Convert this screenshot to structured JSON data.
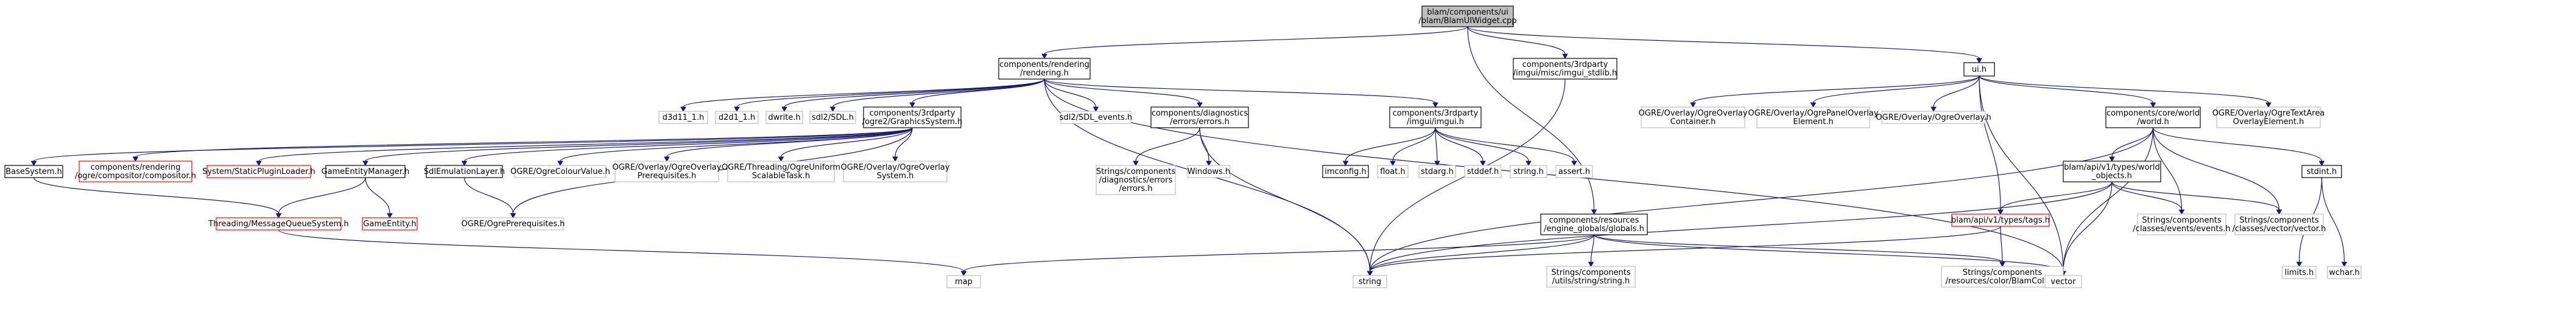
{
  "title": "",
  "colors": {
    "border_normal": "#000000",
    "border_missing": "#ff0000",
    "border_external": "#bfbfbf",
    "fill_normal": "#ffffff",
    "fill_root": "#bfbfbf",
    "edge": "#191970"
  },
  "nodes": [
    {
      "id": "root",
      "lines": [
        "blam/components/ui",
        "/blam/BlamUIWidget.cpp"
      ],
      "kind": "root"
    },
    {
      "id": "rendering",
      "lines": [
        "components/rendering",
        "/rendering.h"
      ],
      "kind": "normal"
    },
    {
      "id": "stdlib",
      "lines": [
        "components/3rdparty",
        "/imgui/misc/imgui_stdlib.h"
      ],
      "kind": "normal"
    },
    {
      "id": "uih",
      "lines": [
        "ui.h"
      ],
      "kind": "normal"
    },
    {
      "id": "d3d11_1",
      "lines": [
        "d3d11_1.h"
      ],
      "kind": "external"
    },
    {
      "id": "d2d1_1",
      "lines": [
        "d2d1_1.h"
      ],
      "kind": "external"
    },
    {
      "id": "dwrite",
      "lines": [
        "dwrite.h"
      ],
      "kind": "external"
    },
    {
      "id": "sdl2",
      "lines": [
        "sdl2/SDL.h"
      ],
      "kind": "external"
    },
    {
      "id": "graphics",
      "lines": [
        "components/3rdparty",
        "/ogre2/GraphicsSystem.h"
      ],
      "kind": "normal"
    },
    {
      "id": "sdlevents",
      "lines": [
        "sdl2/SDL_events.h"
      ],
      "kind": "external"
    },
    {
      "id": "errors",
      "lines": [
        "components/diagnostics",
        "/errors/errors.h"
      ],
      "kind": "normal"
    },
    {
      "id": "imgui",
      "lines": [
        "components/3rdparty",
        "/imgui/imgui.h"
      ],
      "kind": "normal"
    },
    {
      "id": "overlaycontainer",
      "lines": [
        "OGRE/Overlay/OgreOverlay",
        "Container.h"
      ],
      "kind": "external"
    },
    {
      "id": "panelelement",
      "lines": [
        "OGRE/Overlay/OgrePanelOverlay",
        "Element.h"
      ],
      "kind": "external"
    },
    {
      "id": "ogreoverlay",
      "lines": [
        "OGRE/Overlay/OgreOverlay.h"
      ],
      "kind": "external"
    },
    {
      "id": "world",
      "lines": [
        "components/core/world",
        "/world.h"
      ],
      "kind": "normal"
    },
    {
      "id": "textarea",
      "lines": [
        "OGRE/Overlay/OgreTextArea",
        "OverlayElement.h"
      ],
      "kind": "external"
    },
    {
      "id": "basesystem",
      "lines": [
        "BaseSystem.h"
      ],
      "kind": "normal"
    },
    {
      "id": "compositor",
      "lines": [
        "components/rendering",
        "/ogre/compositor/compositor.h"
      ],
      "kind": "missing"
    },
    {
      "id": "pluginloader",
      "lines": [
        "System/StaticPluginLoader.h"
      ],
      "kind": "missing"
    },
    {
      "id": "gementity",
      "lines": [
        "GameEntityManager.h"
      ],
      "kind": "normal"
    },
    {
      "id": "sdlemulation",
      "lines": [
        "SdlEmulationLayer.h"
      ],
      "kind": "normal"
    },
    {
      "id": "colourvalue",
      "lines": [
        "OGRE/OgreColourValue.h"
      ],
      "kind": "external"
    },
    {
      "id": "overlayprereq",
      "lines": [
        "OGRE/Overlay/OgreOverlay",
        "Prerequisites.h"
      ],
      "kind": "external"
    },
    {
      "id": "uniformtask",
      "lines": [
        "OGRE/Threading/OgreUniform",
        "ScalableTask.h"
      ],
      "kind": "external"
    },
    {
      "id": "overlaysystem",
      "lines": [
        "OGRE/Overlay/OgreOverlay",
        "System.h"
      ],
      "kind": "external"
    },
    {
      "id": "strerrors",
      "lines": [
        "Strings/components",
        "/diagnostics/errors",
        "/errors.h"
      ],
      "kind": "external"
    },
    {
      "id": "windows",
      "lines": [
        "Windows.h"
      ],
      "kind": "external"
    },
    {
      "id": "imconfig",
      "lines": [
        "imconfig.h"
      ],
      "kind": "normal"
    },
    {
      "id": "float",
      "lines": [
        "float.h"
      ],
      "kind": "external"
    },
    {
      "id": "stdarg",
      "lines": [
        "stdarg.h"
      ],
      "kind": "external"
    },
    {
      "id": "stddef",
      "lines": [
        "stddef.h"
      ],
      "kind": "external"
    },
    {
      "id": "stringh",
      "lines": [
        "string.h"
      ],
      "kind": "external"
    },
    {
      "id": "assert",
      "lines": [
        "assert.h"
      ],
      "kind": "external"
    },
    {
      "id": "types",
      "lines": [
        "blam/api/v1/types/world",
        "_objects.h"
      ],
      "kind": "normal"
    },
    {
      "id": "stdint",
      "lines": [
        "stdint.h"
      ],
      "kind": "normal"
    },
    {
      "id": "msgqueue",
      "lines": [
        "Threading/MessageQueueSystem.h"
      ],
      "kind": "missing"
    },
    {
      "id": "gameentity",
      "lines": [
        "GameEntity.h"
      ],
      "kind": "missing"
    },
    {
      "id": "ogreprereq",
      "lines": [
        "OGRE/OgrePrerequisites.h"
      ],
      "kind": "external"
    },
    {
      "id": "globals",
      "lines": [
        "components/resources",
        "/engine_globals/globals.h"
      ],
      "kind": "normal"
    },
    {
      "id": "tags",
      "lines": [
        "blam/api/v1/types/tags.h"
      ],
      "kind": "missing"
    },
    {
      "id": "strevents",
      "lines": [
        "Strings/components",
        "/classes/events/events.h"
      ],
      "kind": "external"
    },
    {
      "id": "strvector",
      "lines": [
        "Strings/components",
        "/classes/vector/vector.h"
      ],
      "kind": "external"
    },
    {
      "id": "limits",
      "lines": [
        "limits.h"
      ],
      "kind": "external"
    },
    {
      "id": "wchar",
      "lines": [
        "wchar.h"
      ],
      "kind": "external"
    },
    {
      "id": "map",
      "lines": [
        "map"
      ],
      "kind": "external"
    },
    {
      "id": "strstring",
      "lines": [
        "Strings/components",
        "/utils/string/string.h"
      ],
      "kind": "external"
    },
    {
      "id": "string",
      "lines": [
        "string"
      ],
      "kind": "external"
    },
    {
      "id": "blamcolor",
      "lines": [
        "Strings/components",
        "/resources/color/BlamColor.h"
      ],
      "kind": "external"
    },
    {
      "id": "vector",
      "lines": [
        "vector"
      ],
      "kind": "external"
    }
  ],
  "edges": [
    [
      "root",
      "rendering"
    ],
    [
      "root",
      "stdlib"
    ],
    [
      "root",
      "uih"
    ],
    [
      "root",
      "globals"
    ],
    [
      "rendering",
      "d3d11_1"
    ],
    [
      "rendering",
      "d2d1_1"
    ],
    [
      "rendering",
      "dwrite"
    ],
    [
      "rendering",
      "sdl2"
    ],
    [
      "rendering",
      "graphics"
    ],
    [
      "rendering",
      "sdlevents"
    ],
    [
      "rendering",
      "errors"
    ],
    [
      "rendering",
      "imgui"
    ],
    [
      "rendering",
      "string"
    ],
    [
      "rendering",
      "vector"
    ],
    [
      "stdlib",
      "string"
    ],
    [
      "uih",
      "overlaycontainer"
    ],
    [
      "uih",
      "panelelement"
    ],
    [
      "uih",
      "ogreoverlay"
    ],
    [
      "uih",
      "world"
    ],
    [
      "uih",
      "textarea"
    ],
    [
      "uih",
      "tags"
    ],
    [
      "uih",
      "vector"
    ],
    [
      "graphics",
      "basesystem"
    ],
    [
      "graphics",
      "compositor"
    ],
    [
      "graphics",
      "pluginloader"
    ],
    [
      "graphics",
      "gementity"
    ],
    [
      "graphics",
      "sdlemulation"
    ],
    [
      "graphics",
      "colourvalue"
    ],
    [
      "graphics",
      "overlayprereq"
    ],
    [
      "graphics",
      "uniformtask"
    ],
    [
      "graphics",
      "overlaysystem"
    ],
    [
      "graphics",
      "ogreprereq"
    ],
    [
      "basesystem",
      "msgqueue"
    ],
    [
      "gementity",
      "msgqueue"
    ],
    [
      "gementity",
      "gameentity"
    ],
    [
      "sdlemulation",
      "ogreprereq"
    ],
    [
      "msgqueue",
      "map"
    ],
    [
      "errors",
      "strerrors"
    ],
    [
      "errors",
      "windows"
    ],
    [
      "errors",
      "string"
    ],
    [
      "imgui",
      "imconfig"
    ],
    [
      "imgui",
      "float"
    ],
    [
      "imgui",
      "stdarg"
    ],
    [
      "imgui",
      "stddef"
    ],
    [
      "imgui",
      "stringh"
    ],
    [
      "imgui",
      "assert"
    ],
    [
      "world",
      "types"
    ],
    [
      "world",
      "stdint"
    ],
    [
      "world",
      "strevents"
    ],
    [
      "world",
      "strvector"
    ],
    [
      "world",
      "string"
    ],
    [
      "world",
      "vector"
    ],
    [
      "types",
      "tags"
    ],
    [
      "types",
      "strevents"
    ],
    [
      "types",
      "strvector"
    ],
    [
      "types",
      "string"
    ],
    [
      "types",
      "vector"
    ],
    [
      "stdint",
      "limits"
    ],
    [
      "stdint",
      "wchar"
    ],
    [
      "globals",
      "map"
    ],
    [
      "globals",
      "strstring"
    ],
    [
      "globals",
      "string"
    ],
    [
      "globals",
      "blamcolor"
    ],
    [
      "globals",
      "vector"
    ],
    [
      "tags",
      "string"
    ],
    [
      "tags",
      "blamcolor"
    ]
  ]
}
